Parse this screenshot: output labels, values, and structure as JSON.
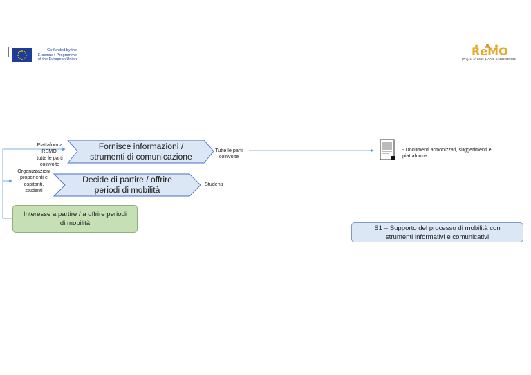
{
  "header": {
    "eu_text": [
      "Co-funded by the",
      "Erasmus+ Programme",
      "of the European Union"
    ],
    "remo_logo_text": "ReMO",
    "project_code": "(Project n° 2019-1-AT01-KA202-050934)"
  },
  "diagram": {
    "chevron_1": [
      "Fornisce informazioni /",
      "strumenti di comunicazione"
    ],
    "chevron_2": [
      "Decide di partire / offrire",
      "periodi di mobilità"
    ],
    "left_label_1": [
      "Piattaforma",
      "REMO,",
      "tutte le parti",
      "coinvolte"
    ],
    "left_label_2": [
      "Organizzazioni",
      "proponenti e",
      "ospitanti,",
      "studenti"
    ],
    "right_label_1": [
      "Tutte le parti",
      "coinvolte"
    ],
    "right_label_2": "Studenti",
    "document_text": [
      "- Documenti armonizzati, suggerimenti e",
      "piattaforma"
    ],
    "green_box": [
      "Interesse a partire / a offrire periodi",
      "di mobilità"
    ],
    "blue_box": [
      "S1 – Supporto del processo di mobilità con",
      "strumenti informativi e comunicativi"
    ]
  },
  "colors": {
    "chevron_fill": "#dce7f5",
    "chevron_stroke": "#4472c4",
    "connector": "#5b9bd5",
    "green_fill": "#c6dfb4",
    "blue_fill": "#dce7f5",
    "eu_blue": "#1f3c96"
  }
}
